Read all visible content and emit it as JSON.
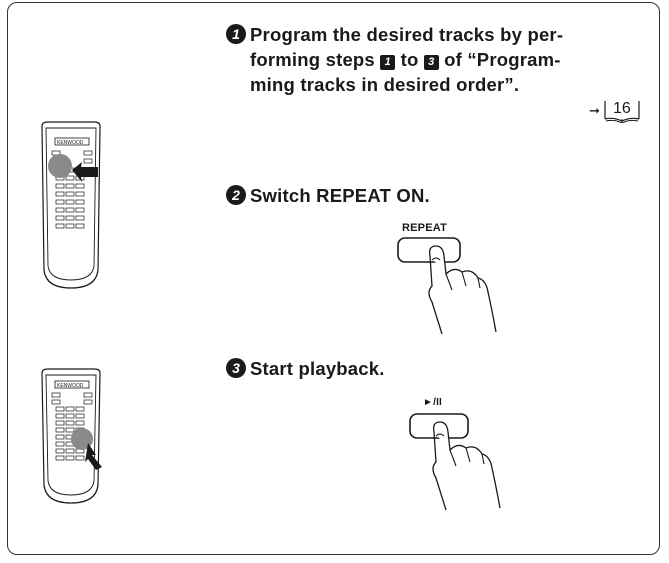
{
  "steps": [
    {
      "num": "1",
      "text_a": "Program the desired tracks by per-",
      "text_b1": "forming steps ",
      "box1": "1",
      "text_b2": " to ",
      "box2": "3",
      "text_b3": " of “Program-",
      "text_c": "ming tracks in desired order”."
    },
    {
      "num": "2",
      "text": "Switch REPEAT ON."
    },
    {
      "num": "3",
      "text": "Start playback."
    }
  ],
  "page_ref": {
    "arrow": "➞",
    "page": "16"
  },
  "remote": {
    "brand": "KENWOOD"
  },
  "buttons": {
    "repeat_label": "REPEAT",
    "play_label": "►/II"
  },
  "colors": {
    "ink": "#1a1a1a",
    "highlight": "#8a8a8a",
    "paper": "#ffffff"
  }
}
